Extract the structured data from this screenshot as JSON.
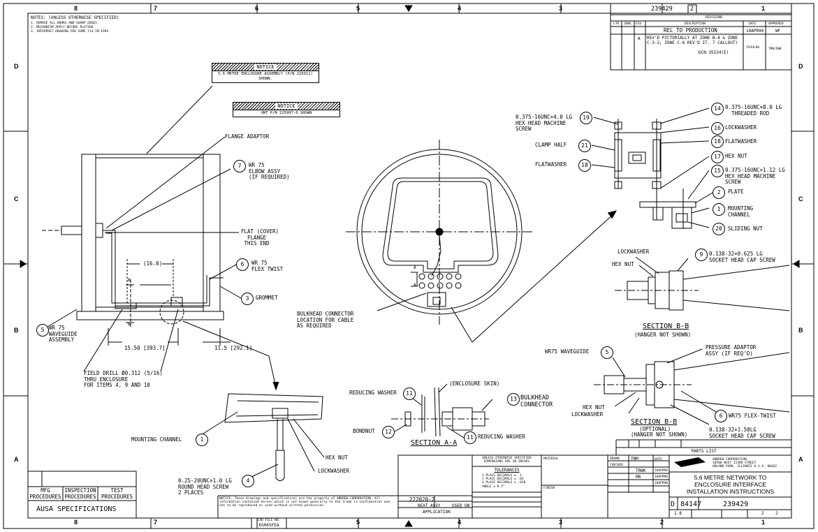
{
  "drawing": {
    "number": "239429",
    "rev": "2",
    "header_title_label": "REVISIONS",
    "zones_top": [
      "8",
      "7",
      "6",
      "5",
      "4",
      "3",
      "2",
      "1"
    ],
    "zones_side": [
      "D",
      "C",
      "B",
      "A"
    ],
    "notes_title": "NOTES: (UNLESS OTHERWISE SPECIFIED)",
    "notes": [
      "1. REMOVE ALL BURRS AND SHARP EDGES",
      "2. MECHANISM APPLY BEFORE PLATING",
      "3. INTERPRET DRAWING PER ASME Y14.5M-1994"
    ]
  },
  "revisions": {
    "headers": [
      "LTR",
      "ZONE",
      "ECO",
      "DESCRIPTION",
      "DATE",
      "APPROVED"
    ],
    "rows": [
      {
        "ltr": "",
        "desc": "REL TO PRODUCTION",
        "date": "10APR90",
        "appr": "WF"
      },
      {
        "ltr": "A",
        "desc": "REV'D PICTORIALLY AT ZONE B-4 & ZONE C-3-2; ZONE C-6 REV'D IT. 7 CALLOUT)",
        "eco": "DCN 35534(E)",
        "date": "29JUL90",
        "appr": "TRN/EWK"
      }
    ]
  },
  "notices": [
    {
      "head": "NOTICE",
      "body": "5.6 METRE ENCLOSURE ASSEMBLY (P/N 226911) SHOWN."
    },
    {
      "head": "NOTICE",
      "body": "ONT P/N 225997-6 SHOWN"
    }
  ],
  "left_view": {
    "flange_adaptor": "FLANGE ADAPTOR",
    "item7": "WR 75\nELBOW ASSY\n(IF REQUIRED)",
    "flat_cover": "FLAT (COVER)\n  FLANGE\n THIS END",
    "item6": "WR 75\nFLEX TWIST",
    "dim16": "(16.0)",
    "grommet": "GROMMET",
    "item5": "WR 75\nWAVEGUIDE\nASSEMBLY",
    "dim_1550": "15.50 [393.7]",
    "dim_115": "11.5 [292.1]",
    "field_drill": "FIELD DRILL Ø0.312 (5/16)\nTHRU ENCLOSURE\nFOR ITEMS 4, 9 AND 10",
    "b_label": "B"
  },
  "detail_bottom": {
    "mounting_channel": "MOUNTING CHANNEL",
    "hex_nut": "HEX NUT",
    "lockwasher": "LOCKWASHER",
    "item4": "0.25-20UNC×1.0 LG\nROUND HEAD SCREW\n2 PLACES"
  },
  "center_view": {
    "bulkhead": "BULKHEAD CONNECTOR\nLOCATION FOR CABLE\nAS REQUIRED",
    "a_label": "A"
  },
  "section_aa": {
    "title": "SECTION A-A",
    "reducing_washer_l": "REDUCING WASHER",
    "enclosure_skin": "(ENCLOSURE SKIN)",
    "bulkhead_connector": "BULKHEAD\nCONNECTOR",
    "bondnut": "BONDNUT",
    "reducing_washer_r": "REDUCING WASHER"
  },
  "clamp_view": {
    "item19": "0.375-16UNC×4.0 LG\nHEX HEAD MACHINE\nSCREW",
    "item21": "CLAMP HALF",
    "item18l": "FLATWASHER",
    "item14": "0.375-16UNC×8.0 LG\n  THREADED ROD",
    "item16": "LOCKWASHER",
    "item18r": "FLATWASHER",
    "item17": "HEX NUT",
    "item15": "0.375-16UNC×1.12 LG\nHEX HEAD MACHINE\nSCREW",
    "item2": "PLATE",
    "item1": "MOUNTING\nCHANNEL",
    "item20": "SLIDING NUT"
  },
  "section_bb1": {
    "lockwasher": "LOCKWASHER",
    "hex_nut": "HEX NUT",
    "item8": "0.138-32×0.625 LG\nSOCKET HEAD CAP SCREW",
    "title": "SECTION B-B",
    "subtitle": "(HANGER NOT SHOWN)"
  },
  "section_bb2": {
    "wr75_waveguide": "WR75 WAVEGUIDE",
    "pressure_adaptor": "PRESSURE ADAPTOR\nASSY (IF REQ'D)",
    "hex_nut": "HEX NUT",
    "lockwasher": "LOCKWASHER",
    "flex_twist": "WR75 FLEX-TWIST",
    "title": "SECTION B-B",
    "optional": "(OPTIONAL)",
    "subtitle": "(HANGER NOT SHOWN)",
    "item_screw": "0.138-32×1.50LG\nSOCKET HEAD CAP SCREW"
  },
  "bubbles": {
    "b7": "7",
    "b6": "6",
    "b3": "3",
    "b5": "5",
    "b1": "1",
    "b4": "4",
    "b11a": "11",
    "b12": "12",
    "b11b": "11",
    "b13": "13",
    "b19": "19",
    "b21": "21",
    "b18a": "18",
    "b14": "14",
    "b16": "16",
    "b18b": "18",
    "b17": "17",
    "b15": "15",
    "b2": "2",
    "b1r": "1",
    "b20": "20",
    "b9": "9",
    "b5r": "5",
    "b6r": "6"
  },
  "title_block": {
    "tolerances_head": "UNLESS OTHERWISE SPECIFIED\nDIMENSIONS ARE IN INCHES",
    "tolerances_title": "TOLERANCES",
    "tolerances": "1 PLACE DECIMALS ± .1\n2 PLACE DECIMALS ± .03\n3 PLACE DECIMALS ± .010\nANGLE ± 0.5°",
    "next_assy": "NEXT ASSY",
    "used_on": "USED ON",
    "application": "APPLICATION",
    "assy_no": "222020-2",
    "material": "MATERIAL",
    "finish": "FINISH",
    "drawn": "DRAWN",
    "checked": "CHECKED",
    "approvals": [
      "TMM",
      "TRWK",
      "MR",
      "DATE"
    ],
    "dates": [
      "10APR90",
      "10APR90",
      "10APR90"
    ],
    "company": "ANDREW CORPORATION\n10500 West 153rd Street\nOrland Park, Illinois U.S.A. 60462",
    "title_line1": "5.6 METRE NETWORK TO",
    "title_line2": "ENCLOSURE INTERFACE",
    "title_line3": "INSTALLATION INSTRUCTIONS",
    "size": "D",
    "cage": "84147",
    "dwg_no": "239429",
    "rev": "2",
    "scale": "1-8",
    "sheet": "2",
    "parts_list": "PARTS LIST",
    "bottom_code": "EG065FEA",
    "cad_label": "CAD FILE NO."
  },
  "specs": {
    "mfg": "MFG\nPROCEDURES",
    "insp": "INSPECTION\nPROCEDURES",
    "test": "TEST\nPROCEDURES",
    "ausa": "AUSA SPECIFICATIONS"
  },
  "proprietary_note": "NOTICE: These drawings and specifications are the property of ANDREW CORPORATION. All information contained herein which is not known generally to the trade is confidential and not to be reproduced or used without written permission."
}
